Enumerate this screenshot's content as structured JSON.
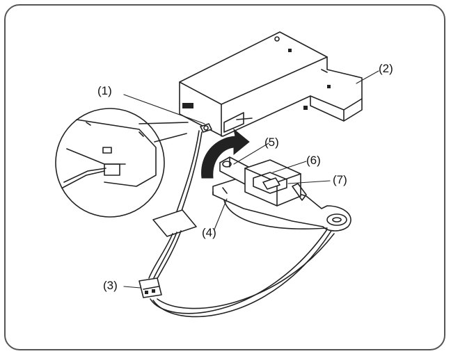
{
  "callouts": {
    "c1": "(1)",
    "c2": "(2)",
    "c3": "(3)",
    "c4": "(4)",
    "c5": "(5)",
    "c6": "(6)",
    "c7": "(7)"
  },
  "colors": {
    "stroke": "#222222",
    "arrow": "#222222",
    "frame": "#555555"
  }
}
